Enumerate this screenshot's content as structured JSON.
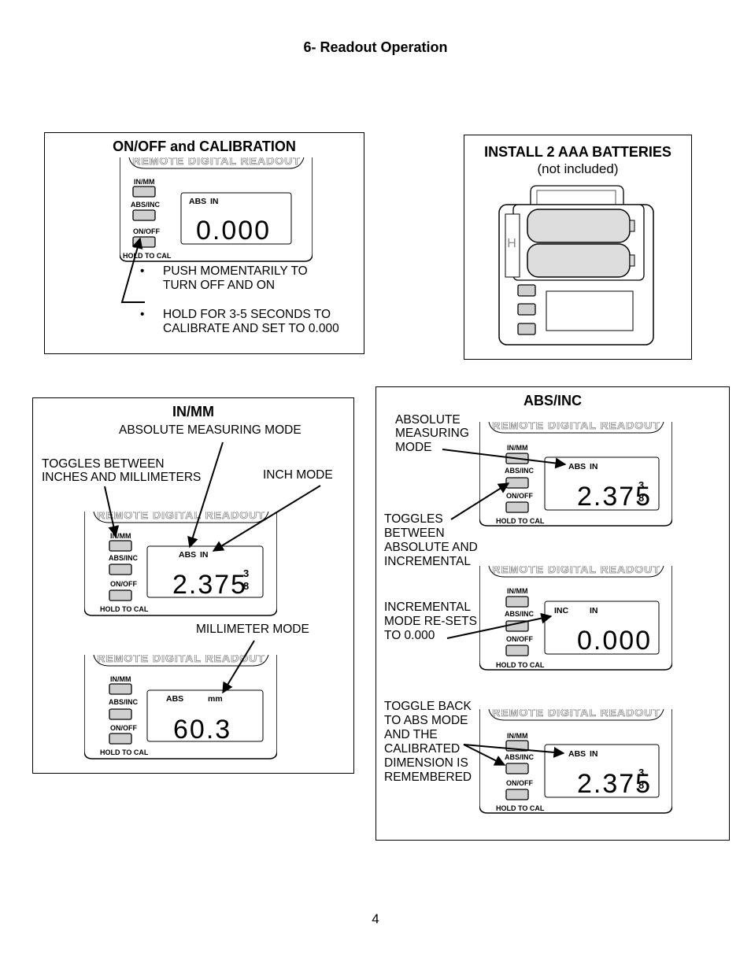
{
  "page": {
    "title": "6- Readout Operation",
    "number": "4"
  },
  "device_common": {
    "header": "REMOTE DIGITAL READOUT",
    "buttons": [
      "IN/MM",
      "ABS/INC",
      "ON/OFF",
      "HOLD TO CAL"
    ]
  },
  "onoff": {
    "title": "ON/OFF and CALIBRATION",
    "display": {
      "mode": "ABS",
      "unit": "IN",
      "value": "0.000"
    },
    "bullets": [
      {
        "marker": "•",
        "line1": "PUSH MOMENTARILY TO",
        "line2": "TURN OFF AND ON"
      },
      {
        "marker": "•",
        "line1": "HOLD FOR 3-5 SECONDS TO",
        "line2": "CALIBRATE AND SET TO 0.000"
      }
    ]
  },
  "batteries": {
    "title": "INSTALL 2 AAA BATTERIES",
    "subtitle": "(not included)"
  },
  "inmm": {
    "title": "IN/MM",
    "labels": {
      "absolute": "ABSOLUTE MEASURING MODE",
      "toggles_line1": "TOGGLES BETWEEN",
      "toggles_line2": "INCHES AND MILLIMETERS",
      "inch": "INCH MODE",
      "mm": "MILLIMETER MODE"
    },
    "display_inch": {
      "mode": "ABS",
      "unit": "IN",
      "value": "2.375",
      "frac_num": "3",
      "frac_den": "8"
    },
    "display_mm": {
      "mode": "ABS",
      "unit": "mm",
      "value": "60.3"
    }
  },
  "absinc": {
    "title": "ABS/INC",
    "labels": {
      "absolute": [
        "ABSOLUTE",
        "MEASURING",
        "MODE"
      ],
      "toggles": [
        "TOGGLES",
        "BETWEEN",
        "ABSOLUTE AND",
        "INCREMENTAL"
      ],
      "incremental": [
        "INCREMENTAL",
        "MODE RE-SETS",
        "TO 0.000"
      ],
      "toggle_back": [
        "TOGGLE BACK",
        "TO ABS MODE",
        "AND THE",
        "CALIBRATED",
        "DIMENSION IS",
        "REMEMBERED"
      ]
    },
    "display_abs": {
      "mode": "ABS",
      "unit": "IN",
      "value": "2.375",
      "frac_num": "3",
      "frac_den": "8"
    },
    "display_inc": {
      "mode": "INC",
      "unit": "IN",
      "value": "0.000"
    },
    "display_back": {
      "mode": "ABS",
      "unit": "IN",
      "value": "2.375",
      "frac_num": "3",
      "frac_den": "8"
    }
  },
  "colors": {
    "ink": "#000000",
    "button_fill": "#cfcfcf",
    "battery_fill": "#dddddd"
  }
}
